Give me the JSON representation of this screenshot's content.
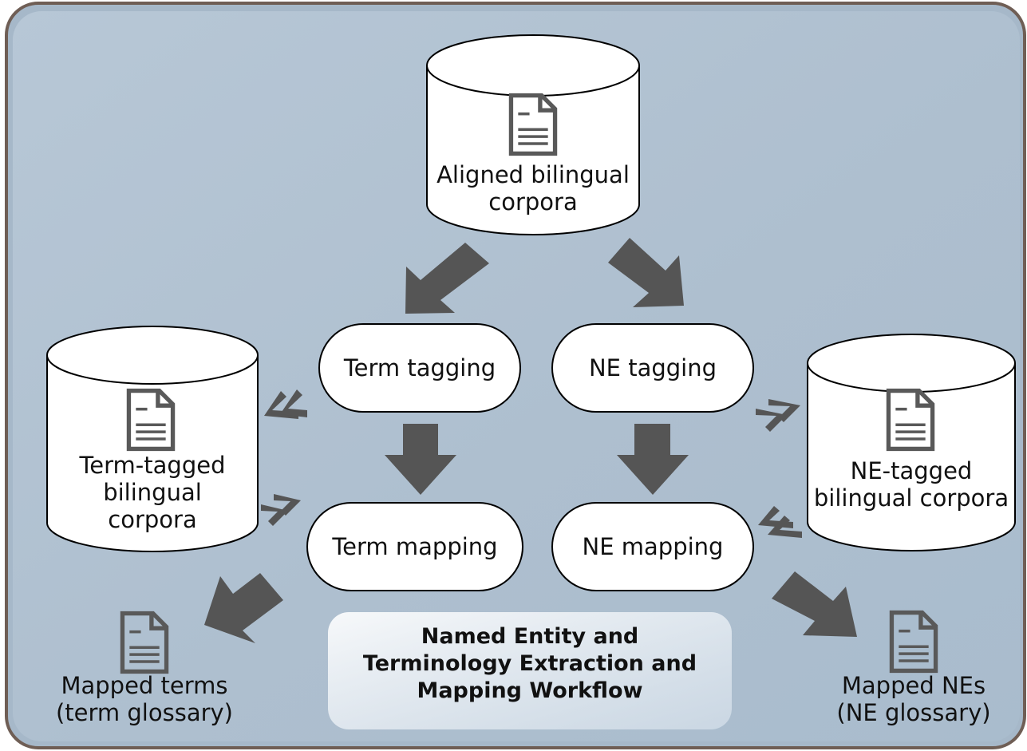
{
  "colors": {
    "background_panel": "#b3c4d3",
    "frame": "#6f5e55",
    "arrow": "#555555",
    "icon": "#595959",
    "node_fill": "#ffffff",
    "title_box": "#e6edf4"
  },
  "nodes": {
    "aligned_corpora": {
      "icon": "document-icon",
      "label": "Aligned bilingual\ncorpora"
    },
    "term_tagged_corpora": {
      "icon": "document-icon",
      "label": "Term-tagged\nbilingual\ncorpora"
    },
    "ne_tagged_corpora": {
      "icon": "document-icon",
      "label": "NE-tagged\nbilingual corpora"
    },
    "term_tagging": {
      "label": "Term tagging"
    },
    "ne_tagging": {
      "label": "NE tagging"
    },
    "term_mapping": {
      "label": "Term mapping"
    },
    "ne_mapping": {
      "label": "NE mapping"
    },
    "mapped_terms": {
      "icon": "document-icon",
      "label": "Mapped terms\n(term glossary)"
    },
    "mapped_nes": {
      "icon": "document-icon",
      "label": "Mapped NEs\n(NE glossary)"
    }
  },
  "title": "Named Entity and\nTerminology Extraction and\nMapping Workflow"
}
